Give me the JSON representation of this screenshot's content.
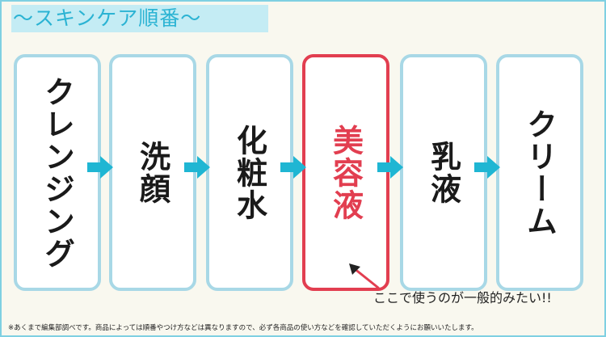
{
  "title": "～スキンケア順番～",
  "steps": [
    {
      "label": "クレンジング"
    },
    {
      "label": "洗顔"
    },
    {
      "label": "化粧水"
    },
    {
      "label": "美容液",
      "highlight": true
    },
    {
      "label": "乳液"
    },
    {
      "label": "クリーム"
    }
  ],
  "note": "ここで使うのが一般的みたい!!",
  "footer": "※あくまで編集部調べです。商品によっては順番やつけ方などは異なりますので、必ず各商品の使い方などを確認していただくようにお願いいたします。",
  "colors": {
    "background": "#f9f8ef",
    "frame": "#7fd0e2",
    "title_bg": "#c4ecf4",
    "title_text": "#2bb3d3",
    "card_border": "#a8d8e6",
    "highlight": "#e23e50",
    "arrow": "#1fb6d3"
  },
  "icons": [
    "arrow-right-icon",
    "pointer-arrow-icon"
  ]
}
